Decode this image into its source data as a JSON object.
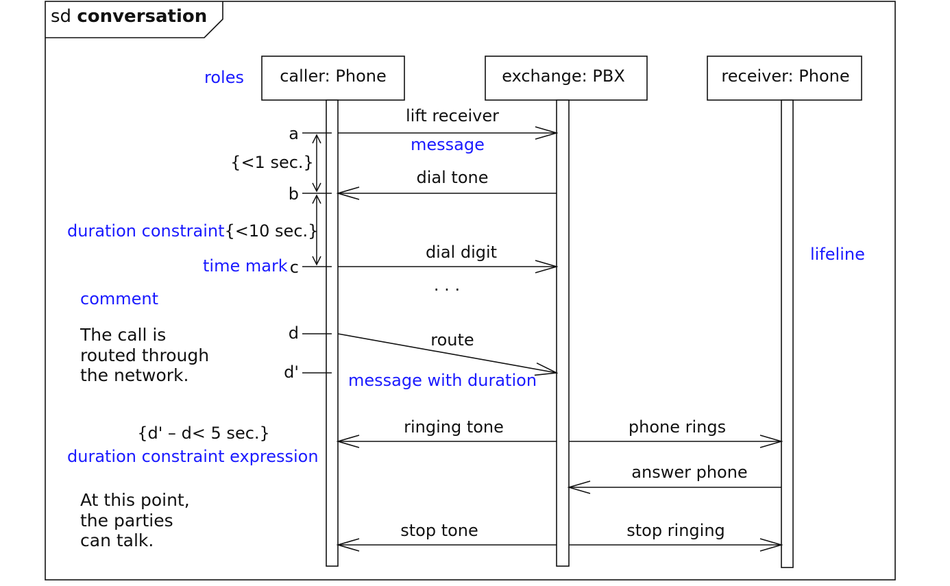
{
  "frame": {
    "keyword": "sd",
    "name": "conversation"
  },
  "lifelines": [
    {
      "label": "caller: Phone"
    },
    {
      "label": "exchange: PBX"
    },
    {
      "label": "receiver: Phone"
    }
  ],
  "messages": [
    {
      "label": "lift receiver"
    },
    {
      "label": "dial tone"
    },
    {
      "label": "dial digit"
    },
    {
      "label": ". . ."
    },
    {
      "label": "route"
    },
    {
      "label": "ringing tone"
    },
    {
      "label": "phone rings"
    },
    {
      "label": "answer phone"
    },
    {
      "label": "stop tone"
    },
    {
      "label": "stop ringing"
    }
  ],
  "time_marks": [
    "a",
    "b",
    "c",
    "d",
    "d'"
  ],
  "constraints": {
    "ab": "{<1 sec.}",
    "bc": "{<10 sec.}",
    "dd": "{d' – d< 5 sec.}"
  },
  "annotations": {
    "roles": "roles",
    "message": "message",
    "duration_constraint": "duration constraint",
    "time_mark": "time mark",
    "comment": "comment",
    "lifeline": "lifeline",
    "message_with_duration": "message with duration",
    "duration_constraint_expression": "duration constraint expression"
  },
  "comments": {
    "call_routed": [
      "The call is",
      "routed through",
      "the network."
    ],
    "parties_talk": [
      "At this point,",
      "the parties",
      "can talk."
    ]
  },
  "colors": {
    "annotation": "#1a1aff",
    "line": "#111111",
    "background": "#ffffff"
  }
}
